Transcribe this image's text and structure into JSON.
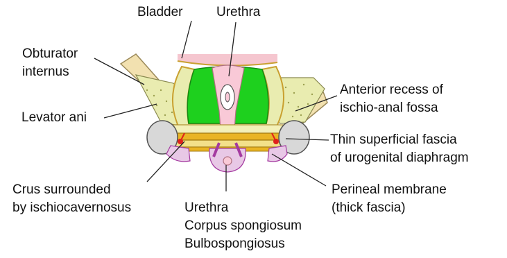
{
  "labels": {
    "bladder": "Bladder",
    "urethra_top": "Urethra",
    "obturator_line1": "Obturator",
    "obturator_line2": "internus",
    "levator_ani": "Levator ani",
    "crus_line1": "Crus surrounded",
    "crus_line2": "by ischiocavernosus",
    "urethra_bottom": "Urethra",
    "corpus_spongiosum": "Corpus spongiosum",
    "bulbospongiosus": "Bulbospongiosus",
    "anterior_recess_line1": "Anterior recess of",
    "anterior_recess_line2": "ischio-anal fossa",
    "thin_fascia_line1": "Thin superficial fascia",
    "thin_fascia_line2": "of urogenital diaphragm",
    "perineal_line1": "Perineal membrane",
    "perineal_line2": "(thick fascia)"
  },
  "colors": {
    "bladder_pink": "#f5c6cf",
    "urethra_pink": "#f9c9d7",
    "muscle_green": "#1ed01e",
    "fat_yellow": "#e9ecb0",
    "obturator_tan": "#f2e1b0",
    "fascia_gold": "#e9b424",
    "crus_grey": "#d8d8d8",
    "bulbo_purple": "#a43aa0",
    "artery_red": "#e0201c",
    "leader_line": "#222222"
  }
}
